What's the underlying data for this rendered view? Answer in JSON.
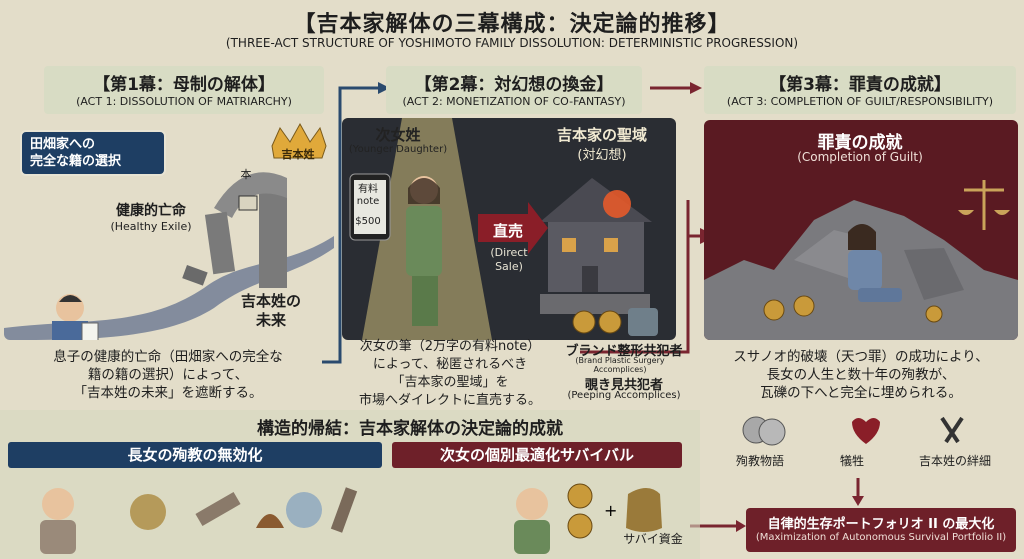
{
  "header": {
    "title": "【吉本家解体の三幕構成：決定論的推移】",
    "subtitle": "(THREE-ACT STRUCTURE OF YOSHIMOTO FAMILY DISSOLUTION: DETERMINISTIC PROGRESSION)"
  },
  "act1": {
    "title": "【第1幕：母制の解体】",
    "subtitle": "(ACT 1: DISSOLUTION OF MATRIARCHY)",
    "choice_label": "田畑家への\n完全な籍の選択",
    "exile_label": "健康的亡命",
    "exile_en": "(Healthy Exile)",
    "crown_label": "吉本姓",
    "gate_label": "本",
    "future_label": "吉本姓の\n未来",
    "body": "息子の健康的亡命（田畑家への完全な\n籍の籍の選択）によって、\n「吉本姓の未来」を遮断する。"
  },
  "act2": {
    "title": "【第2幕：対幻想の換金】",
    "subtitle": "(ACT 2: MONETIZATION OF CO-FANTASY)",
    "daughter_label": "次女姓",
    "daughter_en": "(Younger Daughter)",
    "phone_label": "有料\nnote",
    "phone_price": "$500",
    "sanctuary_label": "吉本家の聖域",
    "sanctuary_sub": "(対幻想)",
    "direct_sale": "直売",
    "direct_sale_en": "(Direct\nSale)",
    "brand_label": "ブランド整形共犯者",
    "brand_en": "(Brand Plastic Surgery Accomplices)",
    "peep_label": "覗き見共犯者",
    "peep_en": "(Peeping Accomplices)",
    "body": "次女の筆（2万字の有料note）\nによって、秘匿されるべき\n「吉本家の聖域」を\n市場へダイレクトに直売する。"
  },
  "act3": {
    "title": "【第3幕：罪責の成就】",
    "subtitle": "(ACT 3: COMPLETION OF GUILT/RESPONSIBILITY)",
    "guilt_label": "罪責の成就",
    "guilt_en": "(Completion of Guilt)",
    "body": "スサノオ的破壊（天つ罪）の成功により、\n長女の人生と数十年の殉教が、\n瓦礫の下へと完全に埋められる。",
    "icons": [
      "殉教物語",
      "犠牲",
      "吉本姓の絆細"
    ]
  },
  "bottom": {
    "title": "構造的帰結：吉本家解体の決定論的成就",
    "left_head": "長女の殉教の無効化",
    "right_head": "次女の個別最適化サバイバル",
    "fund_label": "サバイ資金",
    "final_label": "自律的生存ポートフォリオ II の最大化",
    "final_en": "(Maximization of Autonomous Survival Portfolio II)"
  },
  "colors": {
    "navy": "#1e3e63",
    "maroon": "#6e2029",
    "act_head_bg": "#d8dcc4",
    "background": "#e3ddc9"
  }
}
